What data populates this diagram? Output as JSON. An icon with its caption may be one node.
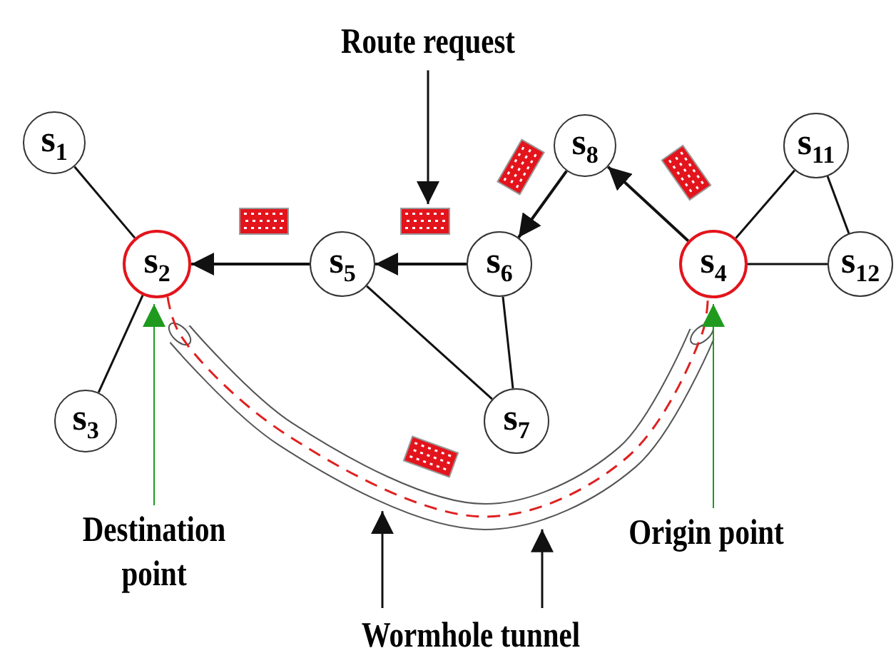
{
  "diagram": {
    "nodes": [
      {
        "text": [
          "s$_{1}$"
        ]
      },
      {
        "text": [
          "s$_{2}$"
        ]
      },
      {
        "text": [
          "s$_{3}$"
        ]
      },
      {
        "text": [
          "s$_{4}$"
        ]
      },
      {
        "text": [
          "s$_{5}$"
        ]
      },
      {
        "text": [
          "s$_{6}$"
        ]
      },
      {
        "text": [
          "s$_{7}$"
        ]
      },
      {
        "text": [
          "s$_{8}$"
        ]
      },
      {
        "text": [
          "s$_{11}$"
        ]
      },
      {
        "text": [
          "s$_{12}$"
        ]
      },
      {
        "text": [
          "Route request"
        ]
      },
      {
        "text": [],
        "shape": "box"
      },
      {
        "text": [
          "Destination point"
        ]
      },
      {
        "text": [
          "Origin point"
        ]
      },
      {
        "text": [
          "Wormhole tunnel"
        ]
      }
    ],
    "edges": [
      {
        "from": 0,
        "to": 1,
        "arrow": "none"
      },
      {
        "from": 2,
        "to": 1,
        "arrow": "none"
      },
      {
        "from": 4,
        "to": 1,
        "arrow": "to"
      },
      {
        "from": 5,
        "to": 4,
        "arrow": "to"
      },
      {
        "from": 4,
        "to": 6,
        "arrow": "none"
      },
      {
        "from": 5,
        "to": 6,
        "arrow": "none"
      },
      {
        "from": 7,
        "to": 5,
        "arrow": "to"
      },
      {
        "from": 3,
        "to": 7,
        "arrow": "to"
      },
      {
        "from": 3,
        "to": 8,
        "arrow": "none"
      },
      {
        "from": 3,
        "to": 9,
        "arrow": "none"
      },
      {
        "from": 8,
        "to": 9,
        "arrow": "none"
      },
      {
        "from": 1,
        "to": 3,
        "arrow": "none",
        "style": "dashed",
        "color": "#e02020"
      },
      {
        "from": 10,
        "to": 11,
        "arrow": "to"
      },
      {
        "from": 12,
        "to": 1,
        "arrow": "to",
        "color": "#1f9a1f"
      },
      {
        "from": 13,
        "to": 3,
        "arrow": "to",
        "color": "#1f9a1f"
      },
      {
        "from": 14,
        "to": null,
        "arrow": "to"
      },
      {
        "from": 14,
        "to": null,
        "arrow": "to"
      }
    ]
  }
}
